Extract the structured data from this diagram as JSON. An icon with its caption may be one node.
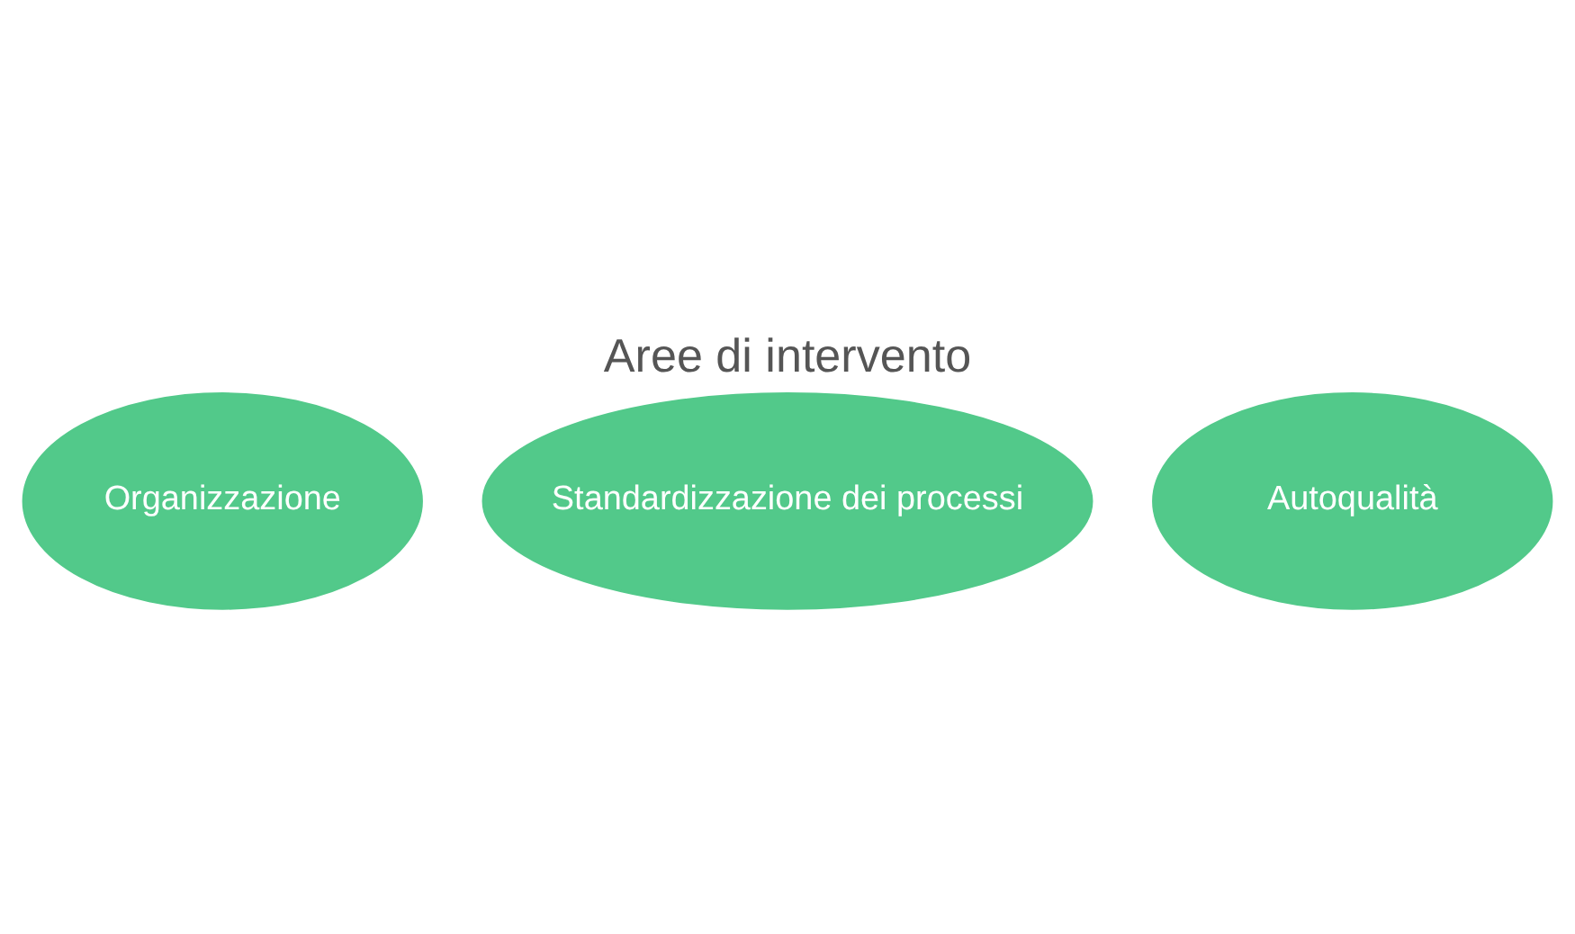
{
  "diagram": {
    "title": "Aree di intervento",
    "nodes": [
      {
        "text": [
          "Organizzazione"
        ]
      },
      {
        "text": [
          "Standardizzazione dei processi"
        ]
      },
      {
        "text": [
          "Autoqualità"
        ]
      }
    ]
  }
}
